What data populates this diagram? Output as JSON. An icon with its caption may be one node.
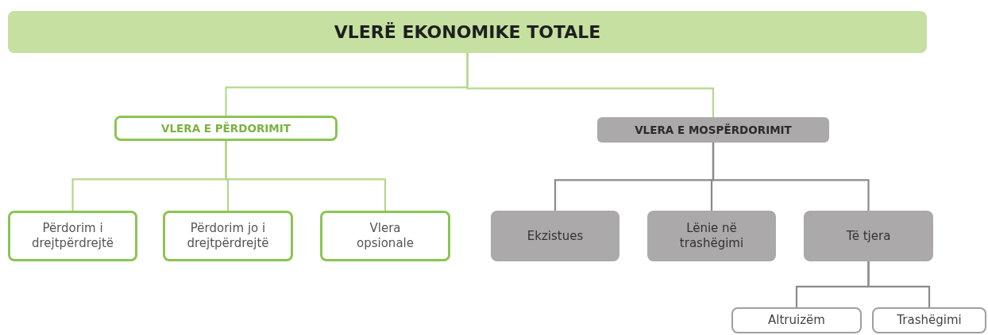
{
  "diagram": {
    "nodes": [
      {
        "text": [
          "VLERË EKONOMIKE TOTALE"
        ]
      },
      {
        "text": [
          "VLERA E PËRDORIMIT"
        ]
      },
      {
        "text": [
          "VLERA E MOSPËRDORIMIT"
        ]
      },
      {
        "text": [
          "Përdorim i drejtpërdrejtë"
        ]
      },
      {
        "text": [
          "Përdorim jo i drejtpërdrejtë"
        ]
      },
      {
        "text": [
          "Vlera opsionale"
        ]
      },
      {
        "text": [
          "Ekzistues"
        ]
      },
      {
        "text": [
          "Lënie në trashëgimi"
        ]
      },
      {
        "text": [
          "Të tjera"
        ]
      },
      {
        "text": [
          "Altruizëm"
        ]
      },
      {
        "text": [
          "Trashëgimi"
        ]
      }
    ],
    "edges": [
      {
        "from": 0,
        "to": 1,
        "arrow": "none"
      },
      {
        "from": 0,
        "to": 2,
        "arrow": "none"
      },
      {
        "from": 1,
        "to": 3,
        "arrow": "none"
      },
      {
        "from": 1,
        "to": 4,
        "arrow": "none"
      },
      {
        "from": 1,
        "to": 5,
        "arrow": "none"
      },
      {
        "from": 2,
        "to": 6,
        "arrow": "none",
        "color": "#8c8a8a"
      },
      {
        "from": 2,
        "to": 7,
        "arrow": "none",
        "color": "#8c8a8a"
      },
      {
        "from": 2,
        "to": 8,
        "arrow": "none",
        "color": "#8c8a8a"
      },
      {
        "from": 8,
        "to": 9,
        "arrow": "none",
        "color": "#8c8a8a"
      },
      {
        "from": 8,
        "to": 10,
        "arrow": "none",
        "color": "#8c8a8a"
      }
    ]
  }
}
